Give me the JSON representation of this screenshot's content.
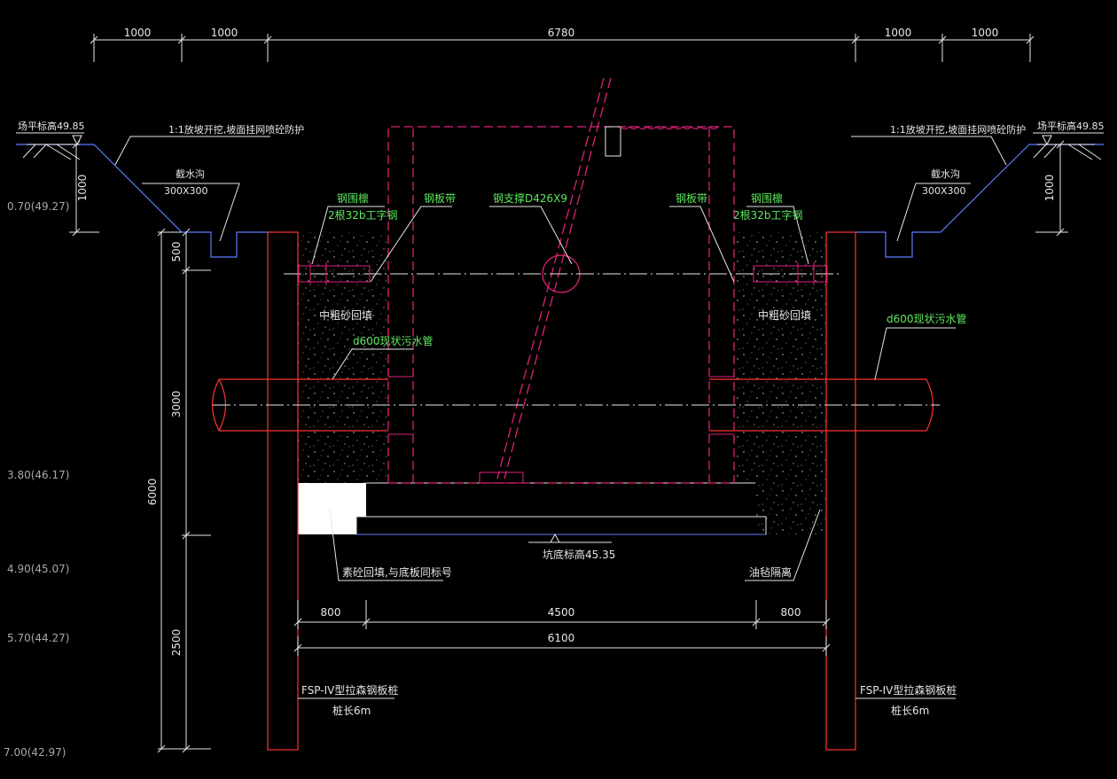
{
  "dims": {
    "top": [
      "1000",
      "1000",
      "6780",
      "1000",
      "1000"
    ],
    "bottom_800_left": "800",
    "bottom_4500": "4500",
    "bottom_800_right": "800",
    "bottom_6100": "6100",
    "v_500": "500",
    "v_3000": "3000",
    "v_6000": "6000",
    "v_2500": "2500",
    "v_1000_left": "1000",
    "v_1000_right": "1000"
  },
  "elevations": [
    "0.70(49.27)",
    "3.80(46.17)",
    "4.90(45.07)",
    "5.70(44.27)",
    "7.00(42.97)"
  ],
  "labels": {
    "site_level_left": "场平标高49.85",
    "site_level_right": "场平标高49.85",
    "slope_left": "1:1放坡开挖,坡面挂网喷砼防护",
    "slope_right": "1:1放坡开挖,坡面挂网喷砼防护",
    "ditch_left_title": "截水沟",
    "ditch_left_size": "300X300",
    "ditch_right_title": "截水沟",
    "ditch_right_size": "300X300",
    "purlin_left_title": "钢围檩",
    "purlin_left_spec": "2根32b工字钢",
    "purlin_right_title": "钢围檩",
    "purlin_right_spec": "2根32b工字钢",
    "plate_left": "钢板带",
    "plate_right": "钢板带",
    "strut": "钢支撑D426X9",
    "sand_left": "中粗砂回填",
    "sand_right": "中粗砂回填",
    "pipe_left": "d600现状污水管",
    "pipe_right": "d600现状污水管",
    "bottom_level": "坑底标高45.35",
    "plain_concrete": "素砼回填,与底板同标号",
    "bitumen": "油毡隔离",
    "pile_left_title": "FSP-IV型拉森钢板桩",
    "pile_left_len": "桩长6m",
    "pile_right_title": "FSP-IV型拉森钢板桩",
    "pile_right_len": "桩长6m"
  }
}
